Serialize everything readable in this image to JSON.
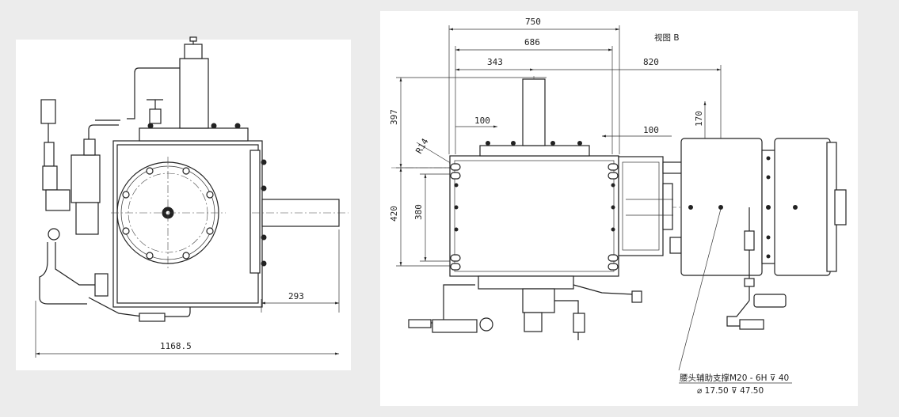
{
  "left_view": {
    "dimensions": {
      "overall_width": "1168.5",
      "shaft_extension": "293"
    }
  },
  "right_view": {
    "view_label": "视图 B",
    "dimensions": {
      "width_750": "750",
      "width_686": "686",
      "width_343": "343",
      "offset_820": "820",
      "height_397": "397",
      "height_420": "420",
      "height_380": "380",
      "offset_170": "170",
      "offset_100_left": "100",
      "offset_100_right": "100",
      "radius": "R14"
    },
    "annotation": {
      "line1": "腰头辅助支撑M20 - 6H ⊽ 40",
      "line2": "⌀ 17.50 ⊽ 47.50"
    }
  }
}
